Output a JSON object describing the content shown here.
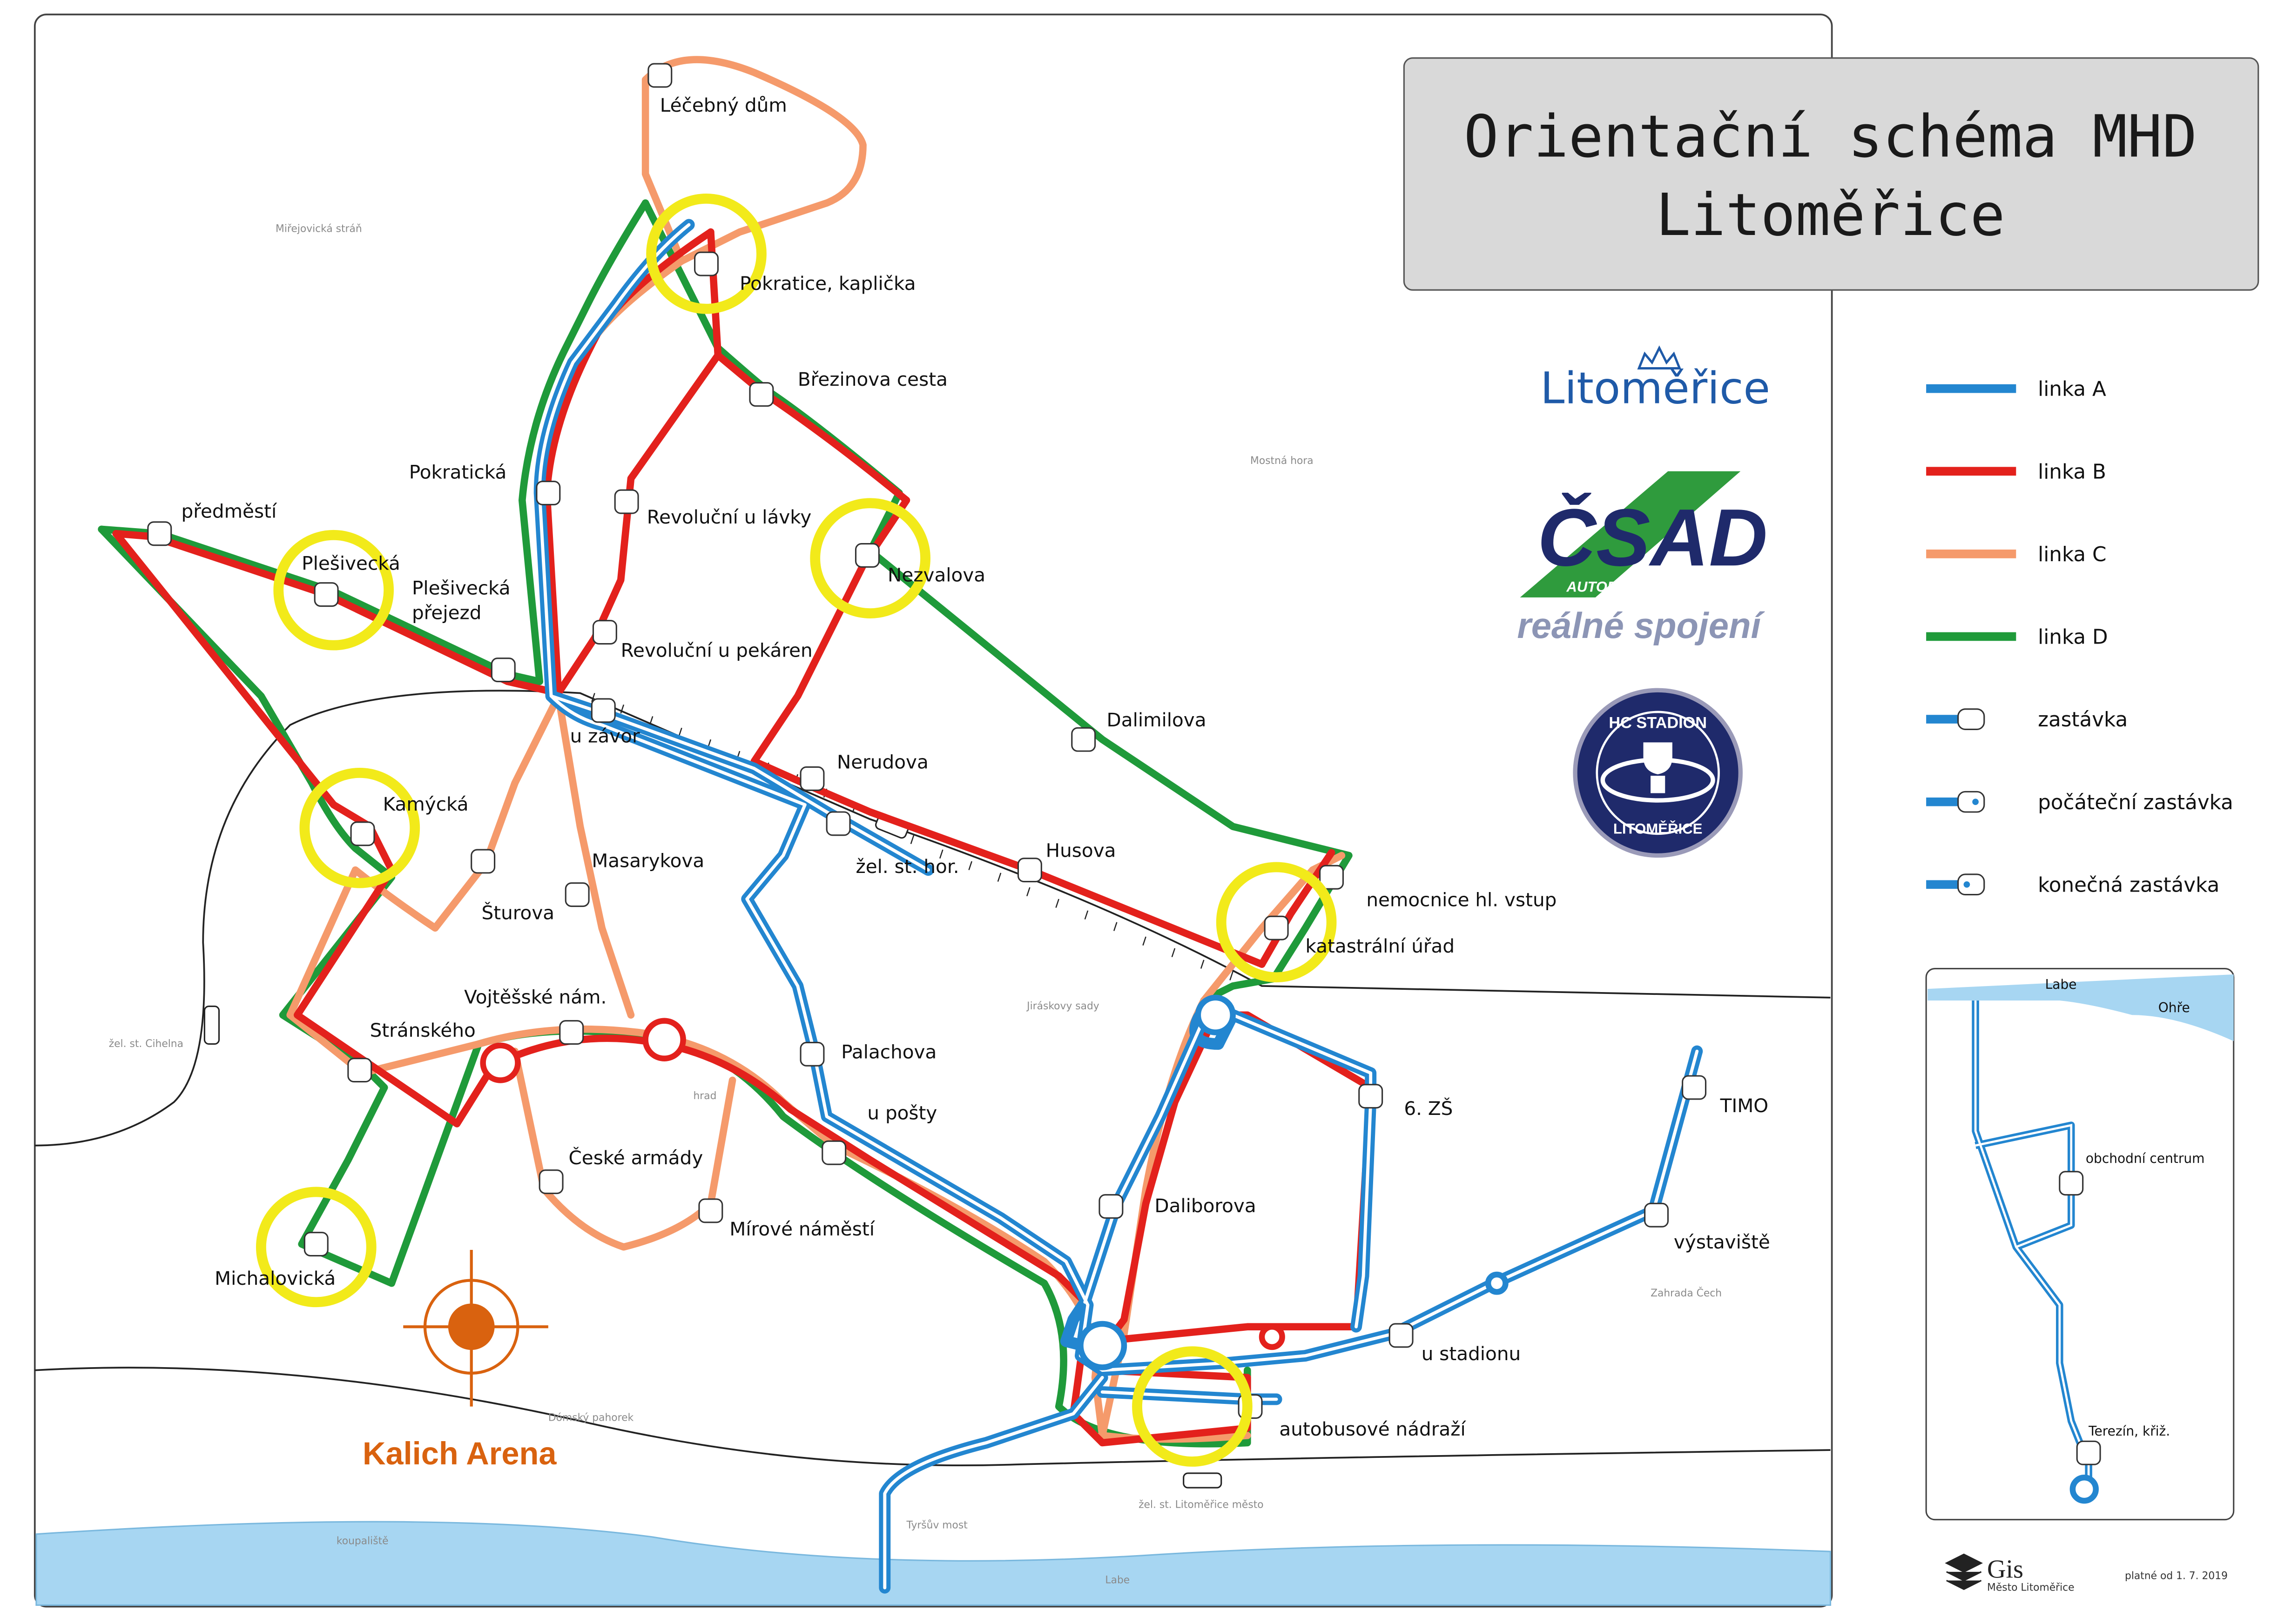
{
  "title": {
    "line1": "Orientační schéma MHD",
    "line2": "Litoměřice"
  },
  "colors": {
    "line_a": "#2386d0",
    "line_b": "#e3211c",
    "line_c": "#f59a6b",
    "line_d": "#1f9a3a",
    "highlight": "#f2ea1a",
    "water": "#a7d6f2",
    "kalich": "#d9620f"
  },
  "legend": [
    {
      "label": "linka A",
      "type": "line",
      "color": "#2386d0"
    },
    {
      "label": "linka B",
      "type": "line",
      "color": "#e3211c"
    },
    {
      "label": "linka C",
      "type": "line",
      "color": "#f59a6b"
    },
    {
      "label": "linka D",
      "type": "line",
      "color": "#1f9a3a"
    },
    {
      "label": "zastávka",
      "type": "stop"
    },
    {
      "label": "počáteční zastávka",
      "type": "start-stop"
    },
    {
      "label": "konečná zastávka",
      "type": "end-stop"
    }
  ],
  "stops": [
    "Léčebný dům",
    "Pokratice, kaplička",
    "Březinova cesta",
    "Pokratická",
    "Revoluční u lávky",
    "předměstí",
    "Plešivecká",
    "Plešivecká přejezd",
    "Nerudova",
    "Nezvalova",
    "Revoluční u pekáren",
    "u závor",
    "Dalimilova",
    "Nerudova",
    "Kamýcká",
    "Husova",
    "žel. st. hor.",
    "nemocnice hl. vstup",
    "Šturova",
    "Masarykova",
    "katastrální úřad",
    "Vojtěšské nám.",
    "Stránského",
    "Palachova",
    "6. ZŠ",
    "TIMO",
    "u pošty",
    "České armády",
    "Daliborova",
    "Mírové náměstí",
    "výstaviště",
    "Michalovická",
    "u stadionu",
    "autobusové nádraží"
  ],
  "stop_labels": {
    "lecebny_dum": "Léčebný dům",
    "pokratice_kaplicka": "Pokratice, kaplička",
    "brezinova_cesta": "Březinova cesta",
    "pokraticka": "Pokratická",
    "revolucni_u_lavky": "Revoluční u lávky",
    "predmesti": "předměstí",
    "plesivecka": "Plešivecká",
    "plesivecka_prejezd_1": "Plešivecká",
    "plesivecka_prejezd_2": "přejezd",
    "nezvalova": "Nezvalova",
    "revolucni_u_pekaren": "Revoluční u pekáren",
    "u_zavor": "u závor",
    "dalimilova": "Dalimilova",
    "nerudova": "Nerudova",
    "kamycka": "Kamýcká",
    "husova": "Husova",
    "zel_st_hor": "žel. st. hor.",
    "nemocnice": "nemocnice hl. vstup",
    "sturova": "Šturova",
    "masarykova": "Masarykova",
    "katastralni_urad": "katastrální úřad",
    "vojtesske_nam": "Vojtěšské nám.",
    "stranskeho": "Stránského",
    "palachova": "Palachova",
    "sesta_zs": "6. ZŠ",
    "timo": "TIMO",
    "u_posty": "u pošty",
    "ceske_armady": "České armády",
    "daliborova": "Daliborova",
    "mirove_namesti": "Mírové náměstí",
    "vystaviste": "výstaviště",
    "michalovicka": "Michalovická",
    "u_stadionu": "u stadionu",
    "autobusove_nadrazi": "autobusové nádraží"
  },
  "area_labels": {
    "mirejovicka_stran": "Miřejovická stráň",
    "mostna_hora": "Mostná hora",
    "zel_st_cihelna": "žel. st. Cihelna",
    "jiraskovy_sady": "Jiráskovy sady",
    "hrad": "hrad",
    "domsky_pahorek": "Dómský pahorek",
    "zahrada_cech": "Zahrada Čech",
    "koupaliste": "koupaliště",
    "tyrsuv_most": "Tyršův most",
    "labe": "Labe",
    "zel_st_litomerice_mesto": "žel. st. Litoměřice město"
  },
  "inset": {
    "labe": "Labe",
    "ohre": "Ohře",
    "obchodni_centrum": "obchodní centrum",
    "terezin_kriz": "Terezín, křiž."
  },
  "branding": {
    "litomerice_logo": "Litoměřice",
    "csad_logo": "ČSAD",
    "csad_sub": "AUTOBUSY KARLOVY VARY a.s.",
    "realne_spojeni": "reálné spojení",
    "hc_stadion_top": "HC STADION",
    "hc_stadion_bottom": "LITOMĚŘICE",
    "kalich_arena": "Kalich Arena",
    "gis_logo": "Gis",
    "gis_sub": "Město Litoměřice",
    "valid_from": "platné od 1. 7. 2019"
  }
}
